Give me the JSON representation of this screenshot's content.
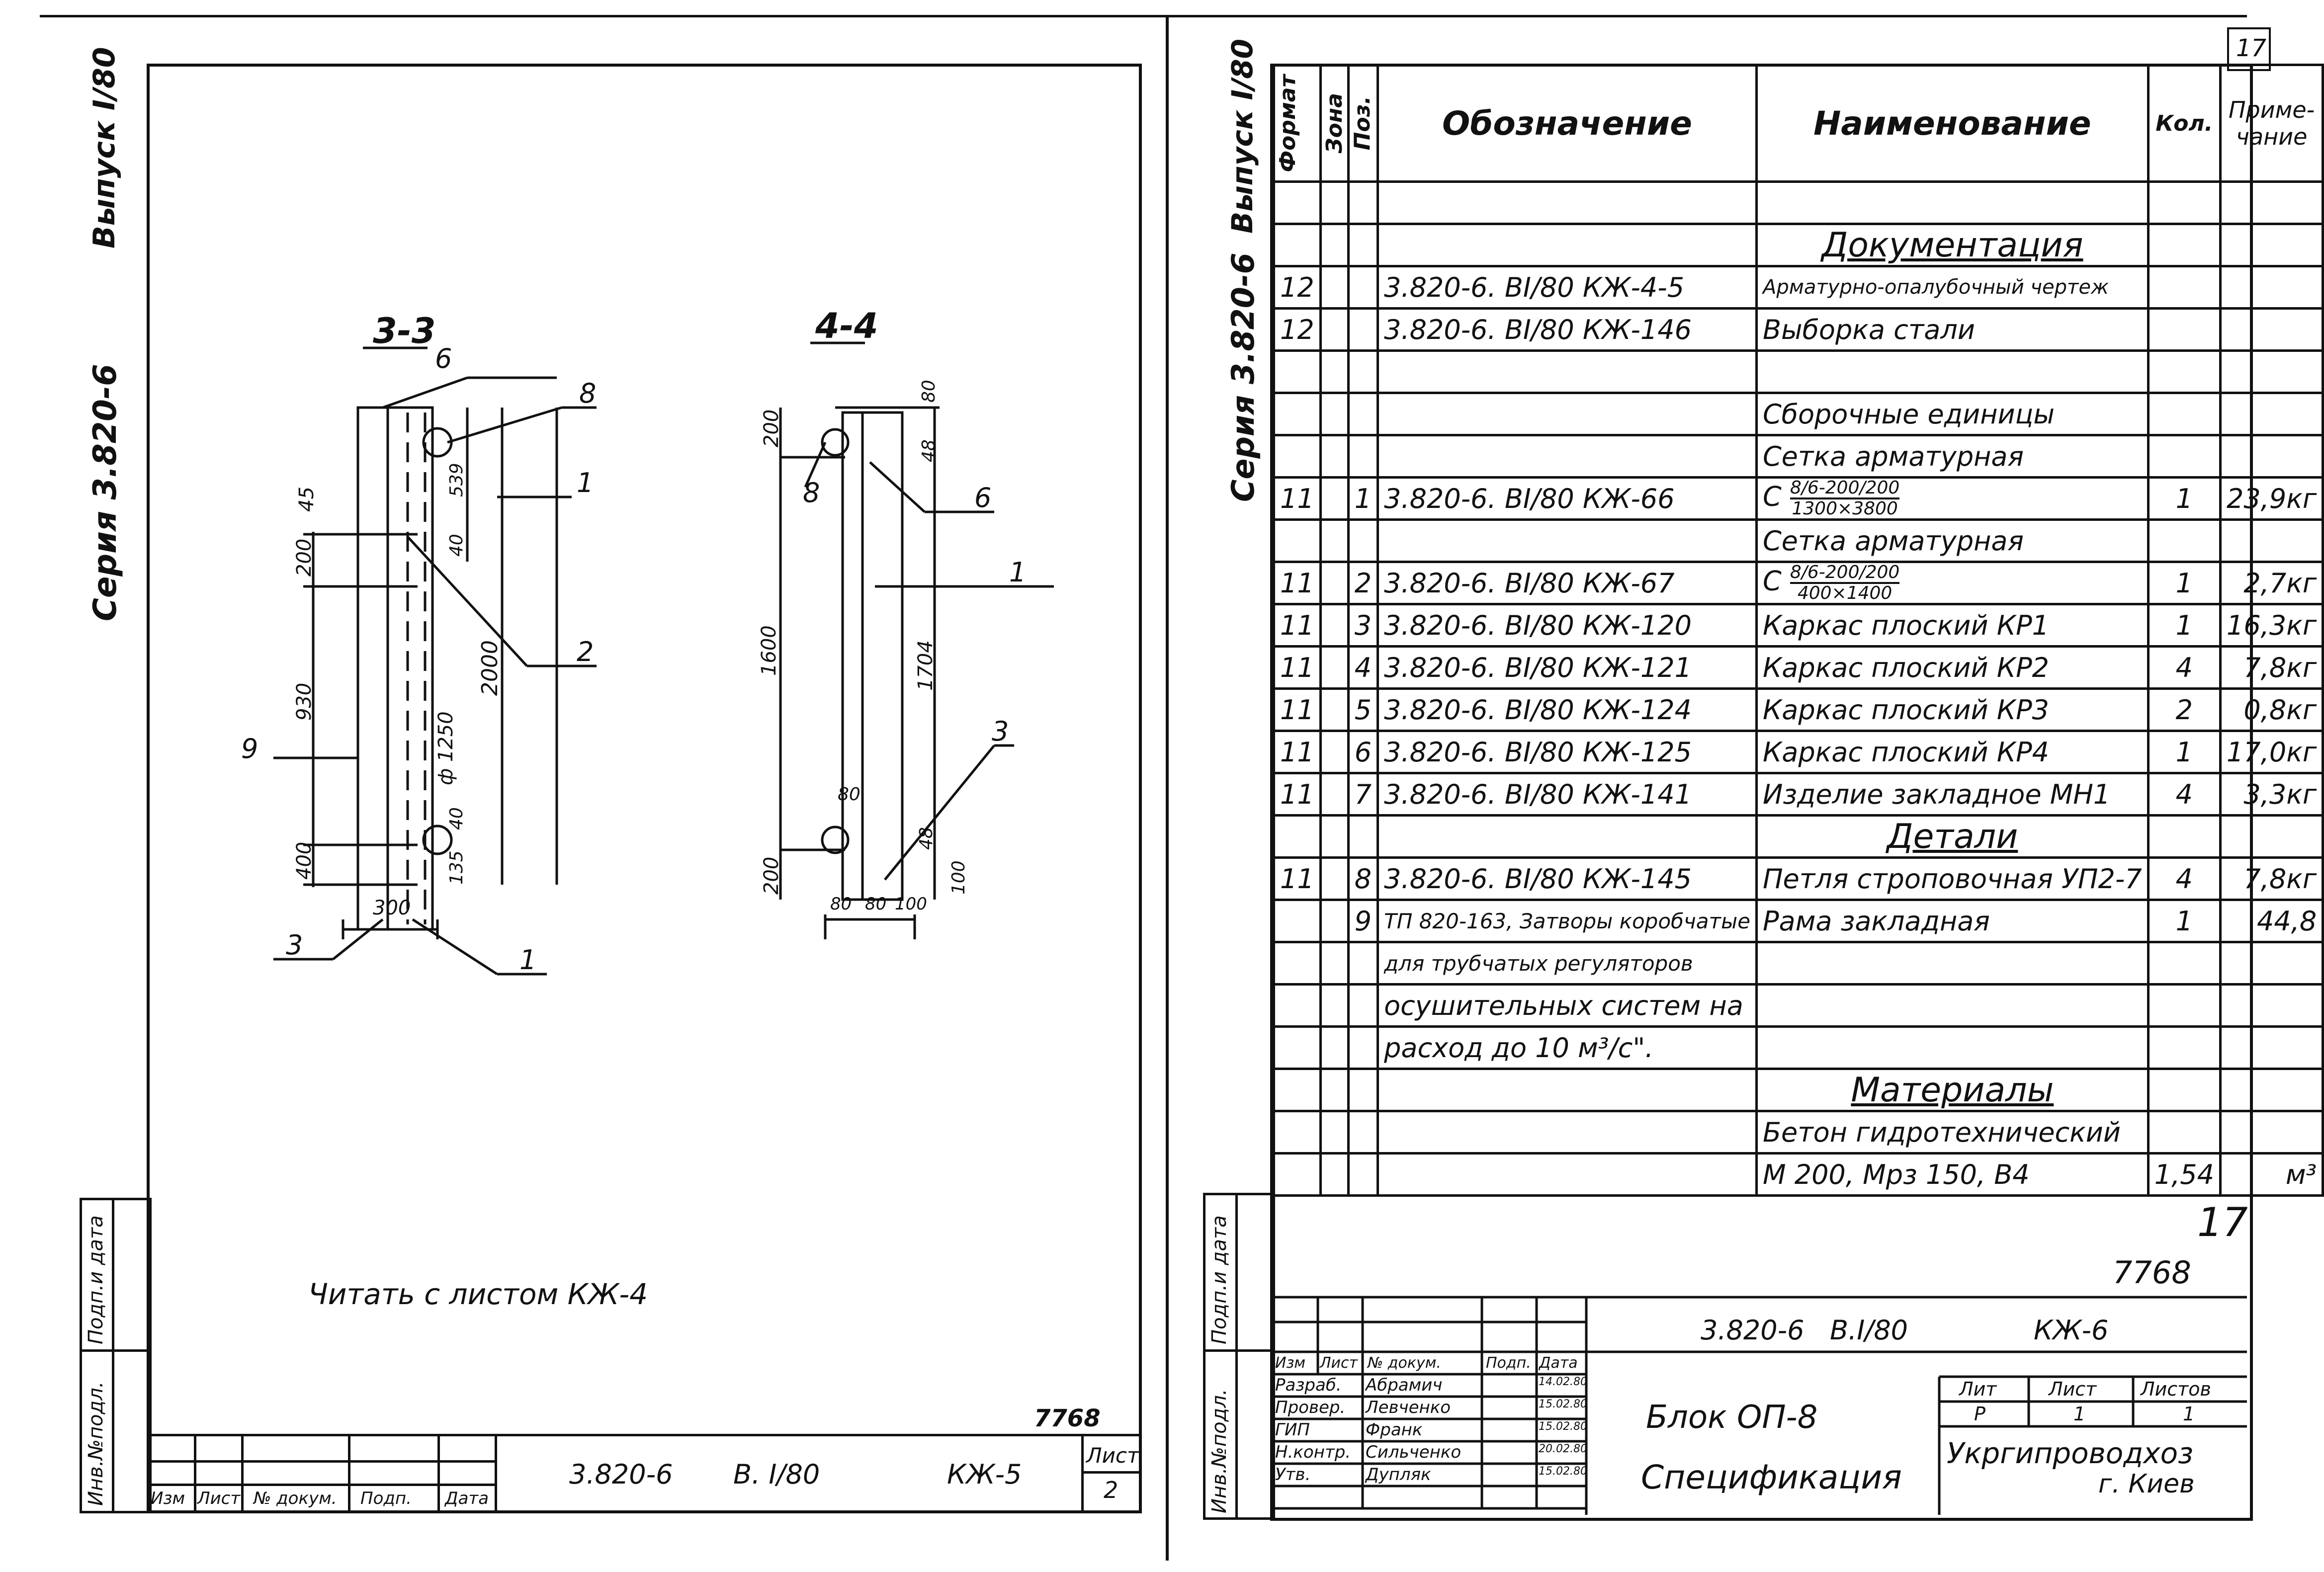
{
  "left_sheet": {
    "side_series": "Серия 3.820-6",
    "side_issue": "Выпуск I/80",
    "section_a_title": "3-3",
    "section_b_title": "4-4",
    "note": "Читать с листом КЖ-4",
    "dims_a": [
      "45",
      "200",
      "930",
      "400",
      "539",
      "40",
      "2000",
      "ф 1250",
      "40",
      "135",
      "300"
    ],
    "labels_a": [
      "6",
      "8",
      "1",
      "2",
      "9",
      "3",
      "1"
    ],
    "dims_b": [
      "200",
      "80",
      "48",
      "1600",
      "1704",
      "80",
      "200",
      "48",
      "100",
      "80",
      "80",
      "100"
    ],
    "labels_b": [
      "8",
      "6",
      "1",
      "3"
    ],
    "inv_strip": [
      "Инв.№подл.",
      "Подп.и дата"
    ],
    "stamp": {
      "headers": [
        "Изм",
        "Лист",
        "№ докум.",
        "Подп.",
        "Дата"
      ],
      "code": "3.820-6",
      "issue": "В. I/80",
      "mark": "КЖ-5",
      "sheet_label": "Лист",
      "sheet_no": "2",
      "copy_no": "7768"
    }
  },
  "right_sheet": {
    "page_no": "17",
    "side_series": "Серия 3.820-6",
    "side_issue": "Выпуск I/80",
    "table_headers": {
      "format": "Формат",
      "zone": "Зона",
      "pos": "Поз.",
      "designation": "Обозначение",
      "name": "Наименование",
      "qty": "Кол.",
      "note": "Приме-чание"
    },
    "rows": [
      {
        "f": "",
        "z": "",
        "p": "",
        "d": "",
        "n": "",
        "q": "",
        "r": ""
      },
      {
        "f": "",
        "z": "",
        "p": "",
        "d": "",
        "n": "Документация",
        "q": "",
        "r": "",
        "section": true
      },
      {
        "f": "12",
        "z": "",
        "p": "",
        "d": "3.820-6. ВI/80 КЖ-4-5",
        "n": "Арматурно-опалубочный чертеж",
        "q": "",
        "r": "",
        "small": true
      },
      {
        "f": "12",
        "z": "",
        "p": "",
        "d": "3.820-6. ВI/80 КЖ-146",
        "n": "Выборка стали",
        "q": "",
        "r": ""
      },
      {
        "f": "",
        "z": "",
        "p": "",
        "d": "",
        "n": "",
        "q": "",
        "r": ""
      },
      {
        "f": "",
        "z": "",
        "p": "",
        "d": "",
        "n": "Сборочные единицы",
        "q": "",
        "r": ""
      },
      {
        "f": "",
        "z": "",
        "p": "",
        "d": "",
        "n": "Сетка арматурная",
        "q": "",
        "r": ""
      },
      {
        "f": "11",
        "z": "",
        "p": "1",
        "d": "3.820-6. ВI/80 КЖ-66",
        "n": "С",
        "fn": "8/6-200/200",
        "fd": "1300×3800",
        "q": "1",
        "r": "23,9кг"
      },
      {
        "f": "",
        "z": "",
        "p": "",
        "d": "",
        "n": "Сетка арматурная",
        "q": "",
        "r": ""
      },
      {
        "f": "11",
        "z": "",
        "p": "2",
        "d": "3.820-6. ВI/80 КЖ-67",
        "n": "С",
        "fn": "8/6-200/200",
        "fd": "400×1400",
        "q": "1",
        "r": "2,7кг"
      },
      {
        "f": "11",
        "z": "",
        "p": "3",
        "d": "3.820-6. ВI/80 КЖ-120",
        "n": "Каркас плоский КР1",
        "q": "1",
        "r": "16,3кг"
      },
      {
        "f": "11",
        "z": "",
        "p": "4",
        "d": "3.820-6. ВI/80 КЖ-121",
        "n": "Каркас плоский КР2",
        "q": "4",
        "r": "7,8кг"
      },
      {
        "f": "11",
        "z": "",
        "p": "5",
        "d": "3.820-6. ВI/80 КЖ-124",
        "n": "Каркас плоский КР3",
        "q": "2",
        "r": "0,8кг"
      },
      {
        "f": "11",
        "z": "",
        "p": "6",
        "d": "3.820-6. ВI/80 КЖ-125",
        "n": "Каркас плоский КР4",
        "q": "1",
        "r": "17,0кг"
      },
      {
        "f": "11",
        "z": "",
        "p": "7",
        "d": "3.820-6. ВI/80 КЖ-141",
        "n": "Изделие закладное МН1",
        "q": "4",
        "r": "3,3кг"
      },
      {
        "f": "",
        "z": "",
        "p": "",
        "d": "",
        "n": "Детали",
        "q": "",
        "r": "",
        "section": true
      },
      {
        "f": "11",
        "z": "",
        "p": "8",
        "d": "3.820-6. ВI/80 КЖ-145",
        "n": "Петля строповочная УП2-7",
        "q": "4",
        "r": "7,8кг"
      },
      {
        "f": "",
        "z": "",
        "p": "9",
        "d": "ТП 820-163, Затворы коробчатые",
        "n": "Рама закладная",
        "q": "1",
        "r": "44,8"
      },
      {
        "f": "",
        "z": "",
        "p": "",
        "d": "для трубчатых регуляторов",
        "n": "",
        "q": "",
        "r": ""
      },
      {
        "f": "",
        "z": "",
        "p": "",
        "d": "осушительных систем на",
        "n": "",
        "q": "",
        "r": ""
      },
      {
        "f": "",
        "z": "",
        "p": "",
        "d": "расход до 10 м³/с\".",
        "n": "",
        "q": "",
        "r": ""
      },
      {
        "f": "",
        "z": "",
        "p": "",
        "d": "",
        "n": "Материалы",
        "q": "",
        "r": "",
        "section": true
      },
      {
        "f": "",
        "z": "",
        "p": "",
        "d": "",
        "n": "Бетон гидротехнический",
        "q": "",
        "r": ""
      },
      {
        "f": "",
        "z": "",
        "p": "",
        "d": "",
        "n": "М 200, Мрз 150, В4",
        "q": "1,54",
        "r": "м³"
      }
    ],
    "sheet_mark_no": "17",
    "copy_no": "7768",
    "inv_strip": [
      "Инв.№подл.",
      "Подп.и дата"
    ],
    "stamp": {
      "headers": [
        "Изм",
        "Лист",
        "№ докум.",
        "Подп.",
        "Дата"
      ],
      "people": [
        {
          "role": "Разраб.",
          "name": "Абрамич",
          "date": "14.02.80"
        },
        {
          "role": "Провер.",
          "name": "Левченко",
          "date": "15.02.80"
        },
        {
          "role": "ГИП",
          "name": "Франк",
          "date": "15.02.80"
        },
        {
          "role": "Н.контр.",
          "name": "Сильченко",
          "date": "20.02.80"
        },
        {
          "role": "Утв.",
          "name": "Дупляк",
          "date": "15.02.80"
        }
      ],
      "code": "3.820-6",
      "issue": "В.I/80",
      "mark": "КЖ-6",
      "title1": "Блок ОП-8",
      "title2": "Спецификация",
      "lit_label": "Лит",
      "sheet_label": "Лист",
      "sheets_label": "Листов",
      "lit": "Р",
      "sheet": "1",
      "sheets": "1",
      "org1": "Укргипроводхоз",
      "org2": "г. Киев"
    }
  }
}
